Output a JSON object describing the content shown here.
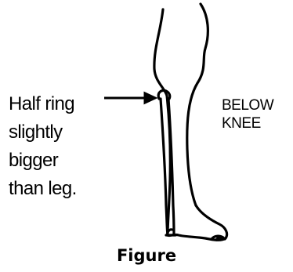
{
  "annotation": {
    "lines": [
      "Half ring",
      "slightly",
      "bigger",
      "than leg."
    ]
  },
  "side_label": {
    "lines": [
      "BELOW",
      "KNEE"
    ]
  },
  "caption": "Figure"
}
